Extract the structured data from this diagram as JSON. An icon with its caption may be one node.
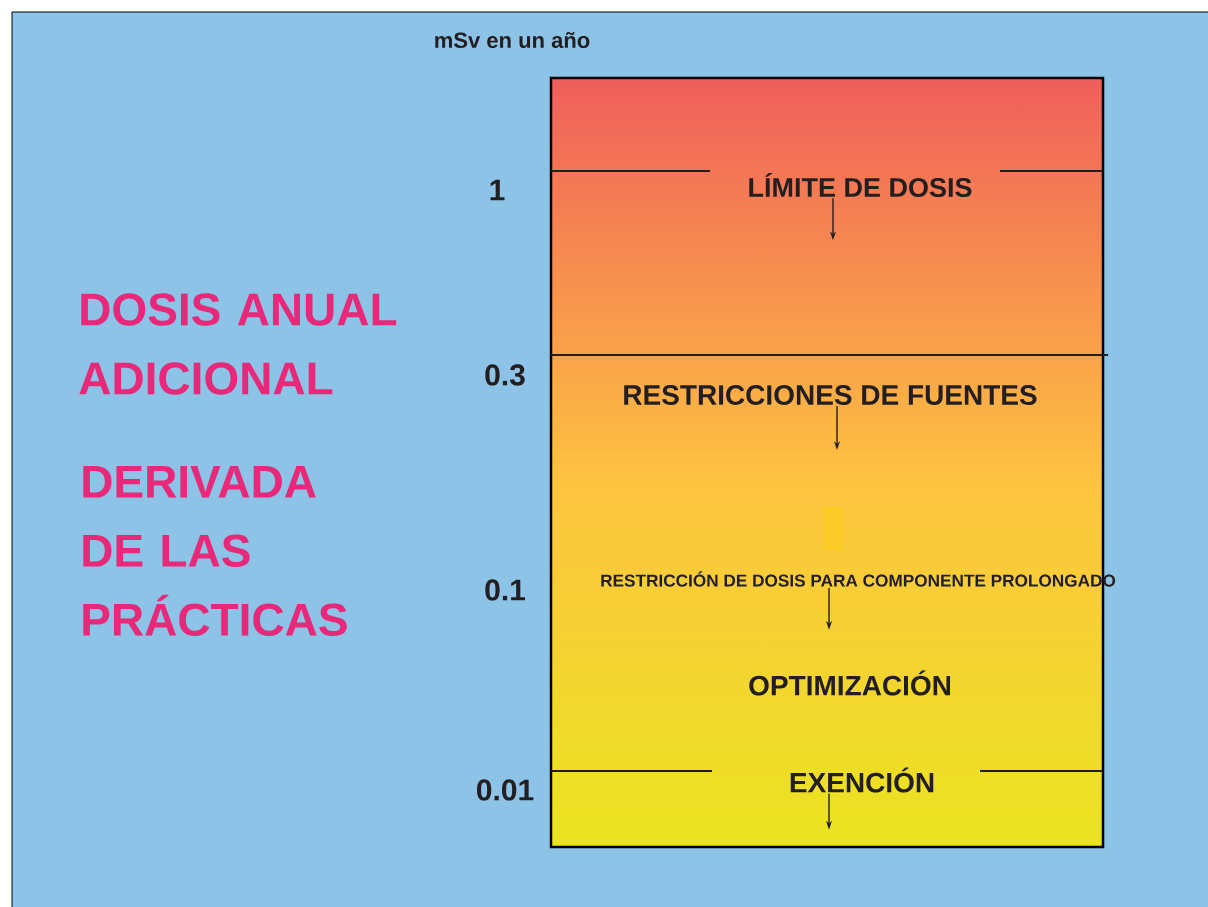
{
  "diagram": {
    "nodes": [
      {
        "text": [],
        "shape": "box"
      },
      {
        "text": [
          "LÍMITE DE DOSIS"
        ],
        "in": 0
      },
      {
        "text": [
          "RESTRICCIONES DE FUENTES"
        ],
        "in": 0
      },
      {
        "text": [
          "RESTRICCIÓN DE DOSIS PARA COMPONENTE PROLONGADO"
        ],
        "in": 0
      },
      {
        "text": [
          "OPTIMIZACIÓN"
        ],
        "in": 0
      },
      {
        "text": [
          "EXENCIÓN"
        ],
        "in": 0
      }
    ],
    "edges": [
      {
        "from": 1,
        "to": null,
        "arrow": "to"
      },
      {
        "from": 2,
        "to": null,
        "arrow": "to"
      },
      {
        "from": 3,
        "to": null,
        "arrow": "to"
      },
      {
        "from": 5,
        "to": null,
        "arrow": "to"
      }
    ],
    "labels": [
      "mSv en un año",
      "1",
      "DOSIS ANUAL ADICIONAL",
      "0.3",
      "DERIVADA DE LAS PRÁCTICAS",
      "0.1",
      "0.01"
    ]
  }
}
